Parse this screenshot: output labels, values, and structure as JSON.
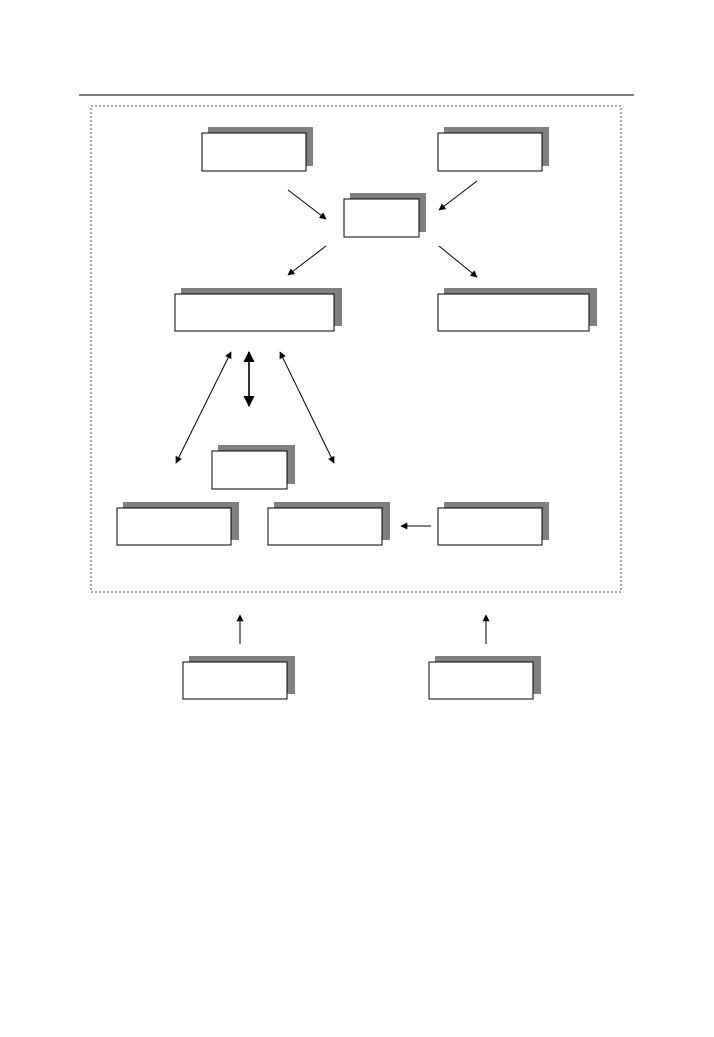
{
  "diagram": {
    "colors": {
      "line": "#000000",
      "box_fill": "#ffffff",
      "shadow": "#808080",
      "frame": "#555555"
    },
    "boxes": [
      {
        "id": "top-left",
        "label": ""
      },
      {
        "id": "top-right",
        "label": ""
      },
      {
        "id": "center-hub",
        "label": ""
      },
      {
        "id": "mid-left",
        "label": ""
      },
      {
        "id": "mid-right",
        "label": ""
      },
      {
        "id": "small-center",
        "label": ""
      },
      {
        "id": "bottom-left",
        "label": ""
      },
      {
        "id": "bottom-middle",
        "label": ""
      },
      {
        "id": "bottom-right",
        "label": ""
      },
      {
        "id": "outside-left",
        "label": ""
      },
      {
        "id": "outside-right",
        "label": ""
      }
    ],
    "arrows": [
      {
        "from": "top-left",
        "to": "center-hub",
        "direction": "forward"
      },
      {
        "from": "top-right",
        "to": "center-hub",
        "direction": "forward"
      },
      {
        "from": "center-hub",
        "to": "mid-left",
        "direction": "forward"
      },
      {
        "from": "center-hub",
        "to": "mid-right",
        "direction": "forward"
      },
      {
        "from": "mid-left",
        "to": "bottom-left",
        "direction": "both"
      },
      {
        "from": "mid-left",
        "to": "small-center",
        "direction": "both"
      },
      {
        "from": "mid-left",
        "to": "bottom-middle",
        "direction": "both"
      },
      {
        "from": "bottom-right",
        "to": "bottom-middle",
        "direction": "forward"
      },
      {
        "from": "outside-left",
        "to": "frame",
        "direction": "forward"
      },
      {
        "from": "outside-right",
        "to": "frame",
        "direction": "forward"
      }
    ]
  }
}
